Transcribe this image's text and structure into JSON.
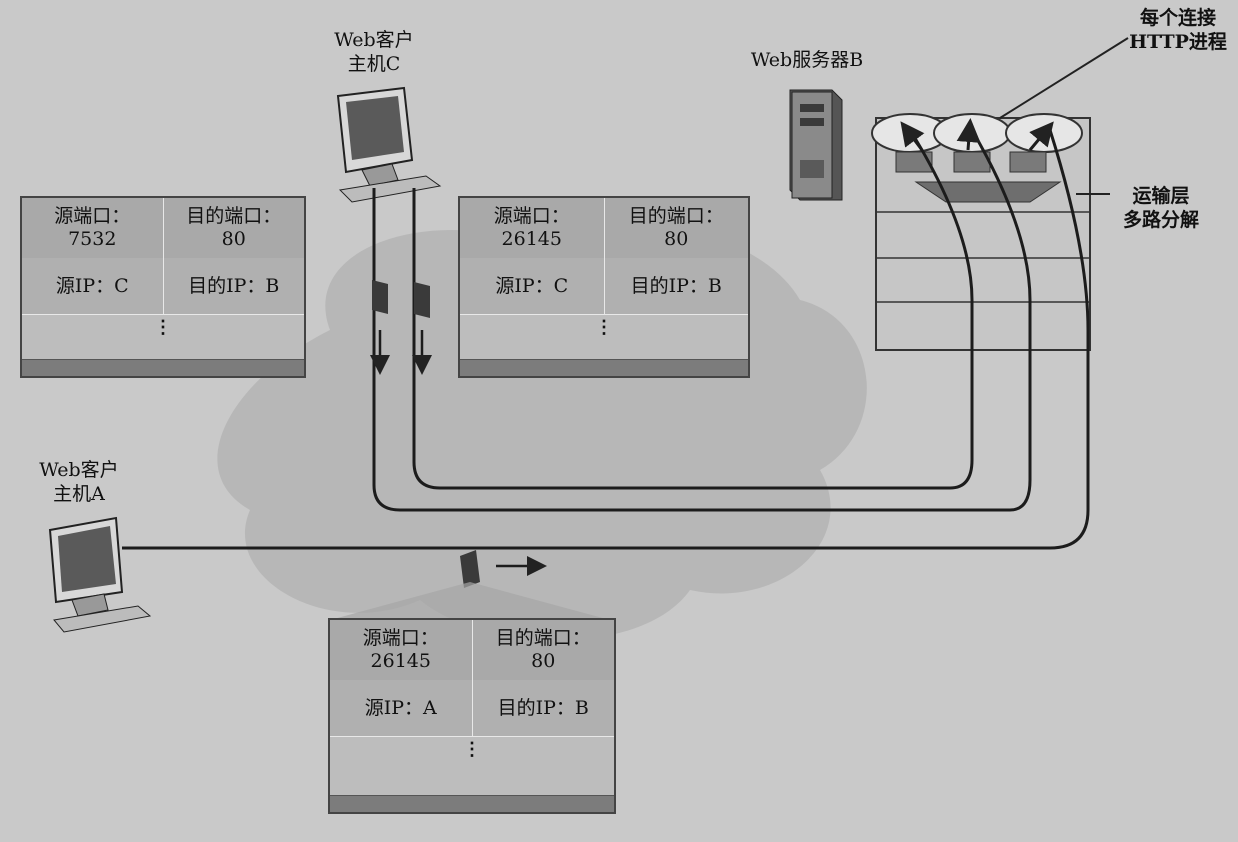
{
  "host_c": {
    "line1": "Web客户",
    "line2": "主机C"
  },
  "host_a": {
    "line1": "Web客户",
    "line2": "主机A"
  },
  "server_b": {
    "label": "Web服务器B"
  },
  "per_conn": {
    "line1": "每个连接",
    "line2": "HTTP进程"
  },
  "demux": {
    "line1": "运输层",
    "line2": "多路分解"
  },
  "segment_left": {
    "src_port_label": "源端口：",
    "src_port": "7532",
    "dst_port_label": "目的端口：",
    "dst_port": "80",
    "src_ip": "源IP：C",
    "dst_ip": "目的IP：B",
    "ellipsis": "⋮"
  },
  "segment_mid": {
    "src_port_label": "源端口：",
    "src_port": "26145",
    "dst_port_label": "目的端口：",
    "dst_port": "80",
    "src_ip": "源IP：C",
    "dst_ip": "目的IP：B",
    "ellipsis": "⋮"
  },
  "segment_bottom": {
    "src_port_label": "源端口：",
    "src_port": "26145",
    "dst_port_label": "目的端口：",
    "dst_port": "80",
    "src_ip": "源IP：A",
    "dst_ip": "目的IP：B",
    "ellipsis": "⋮"
  }
}
